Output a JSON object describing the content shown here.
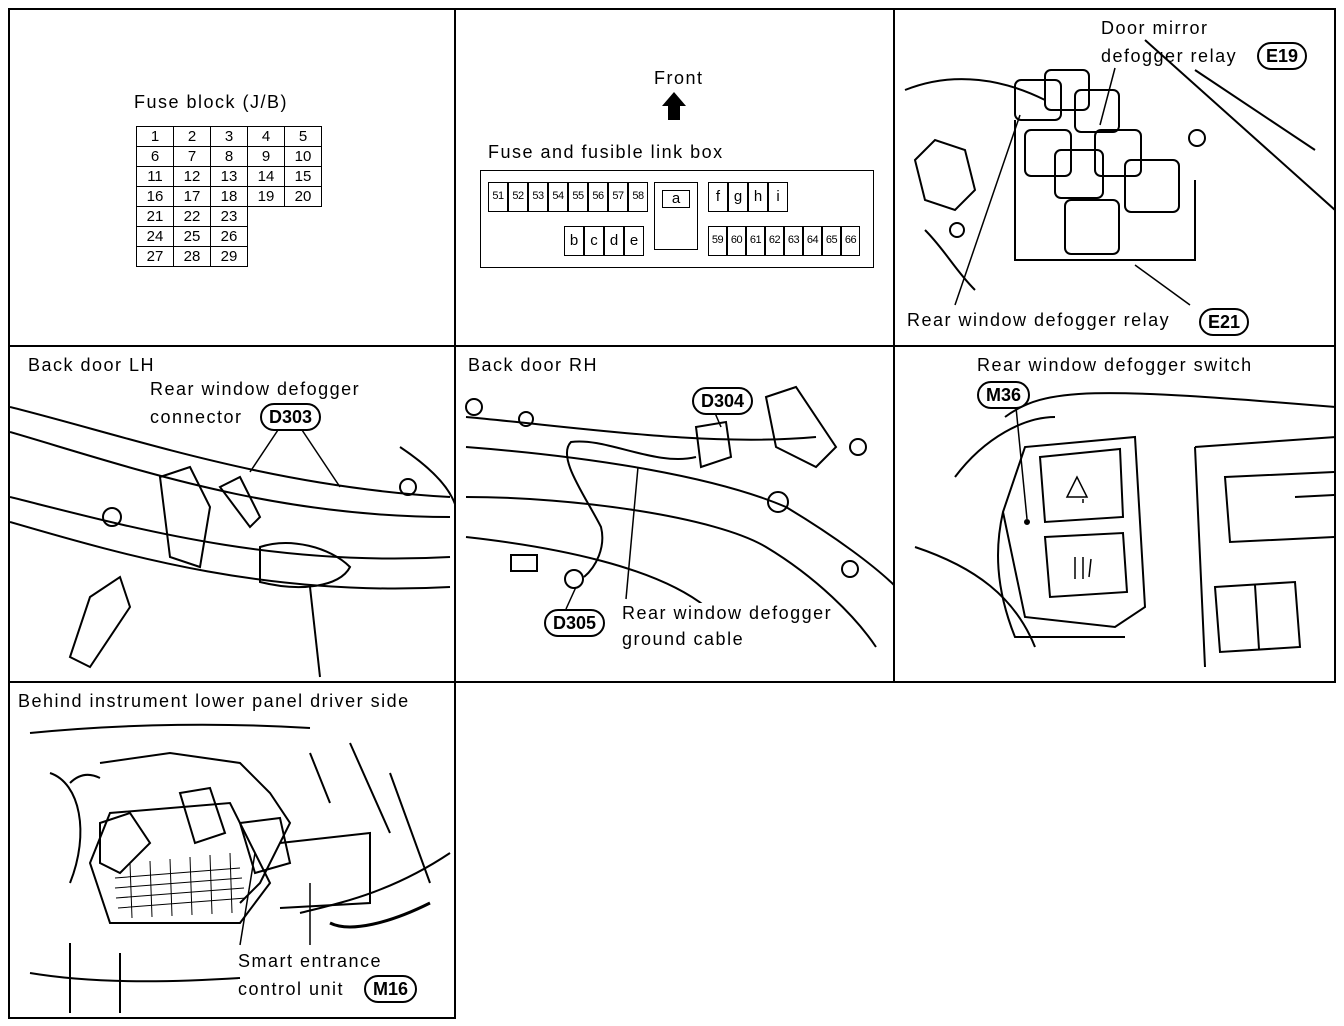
{
  "panels": {
    "fuse_block": {
      "title": "Fuse block (J/B)",
      "rows": [
        [
          "1",
          "2",
          "3",
          "4",
          "5"
        ],
        [
          "6",
          "7",
          "8",
          "9",
          "10"
        ],
        [
          "11",
          "12",
          "13",
          "14",
          "15"
        ],
        [
          "16",
          "17",
          "18",
          "19",
          "20"
        ],
        [
          "21",
          "22",
          "23"
        ],
        [
          "24",
          "25",
          "26"
        ],
        [
          "27",
          "28",
          "29"
        ]
      ]
    },
    "link_box": {
      "front": "Front",
      "title": "Fuse and fusible link box",
      "top_left": [
        "51",
        "52",
        "53",
        "54",
        "55",
        "56",
        "57",
        "58"
      ],
      "center": "a",
      "top_right": [
        "f",
        "g",
        "h",
        "i"
      ],
      "bottom_left": [
        "b",
        "c",
        "d",
        "e"
      ],
      "bottom_right": [
        "59",
        "60",
        "61",
        "62",
        "63",
        "64",
        "65",
        "66"
      ]
    },
    "relays": {
      "mirror_label_1": "Door mirror",
      "mirror_label_2": "defogger relay",
      "mirror_code": "E19",
      "rear_label": "Rear window defogger relay",
      "rear_code": "E21"
    },
    "back_lh": {
      "title": "Back door LH",
      "label_1": "Rear window defogger",
      "label_2": "connector",
      "code": "D303"
    },
    "back_rh": {
      "title": "Back door RH",
      "top_code": "D304",
      "ground_code": "D305",
      "label_1": "Rear window defogger",
      "label_2": "ground cable"
    },
    "switch": {
      "title": "Rear window defogger switch",
      "code": "M36"
    },
    "instrument": {
      "title": "Behind instrument lower panel driver side",
      "label_1": "Smart entrance",
      "label_2": "control unit",
      "code": "M16"
    }
  }
}
